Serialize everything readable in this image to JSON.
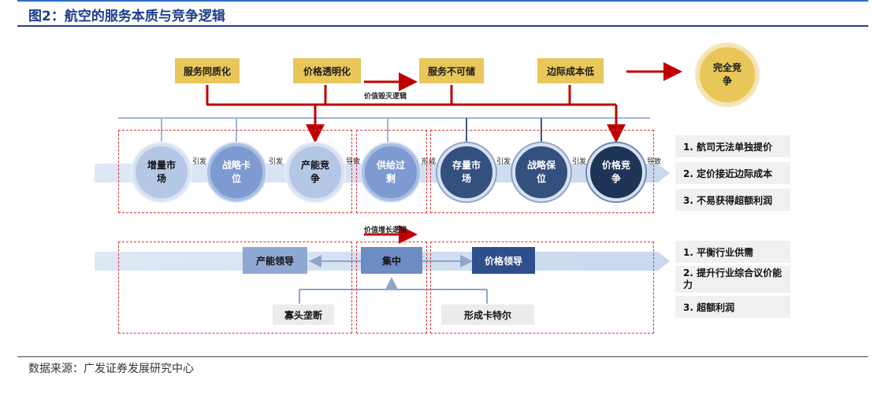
{
  "title": "图2：航空的服务本质与竞争逻辑",
  "source": "数据来源：广发证券发展研究中心",
  "top_boxes": [
    "服务同质化",
    "价格透明化",
    "服务不可储",
    "边际成本低"
  ],
  "complete_competition": "完全竞争",
  "value_collapse_logic": "价值毁灭逻辑",
  "value_growth_logic": "价值增长逻辑",
  "circles": {
    "c1": "增量市场",
    "c2": "战略卡位",
    "c3": "产能竞争",
    "c4": "供给过剩",
    "c5": "存量市场",
    "c6": "战略保位",
    "c7": "价格竞争"
  },
  "between_labels": {
    "l1": "引发",
    "l2": "引发",
    "l3": "导致",
    "l4": "形成",
    "l5": "引发",
    "l6": "导致"
  },
  "results_top": [
    "1. 航司无法单独提价",
    "2. 定价接近边际成本",
    "3. 不易获得超额利润"
  ],
  "results_bottom": [
    "1. 平衡行业供需",
    "2. 提升行业综合议价能力",
    "3. 超额利润"
  ],
  "bottom_boxes": {
    "capacity_leader": "产能领导",
    "concentration": "集中",
    "price_leader": "价格领导",
    "oligopoly": "寡头垄断",
    "cartel": "形成卡特尔"
  }
}
